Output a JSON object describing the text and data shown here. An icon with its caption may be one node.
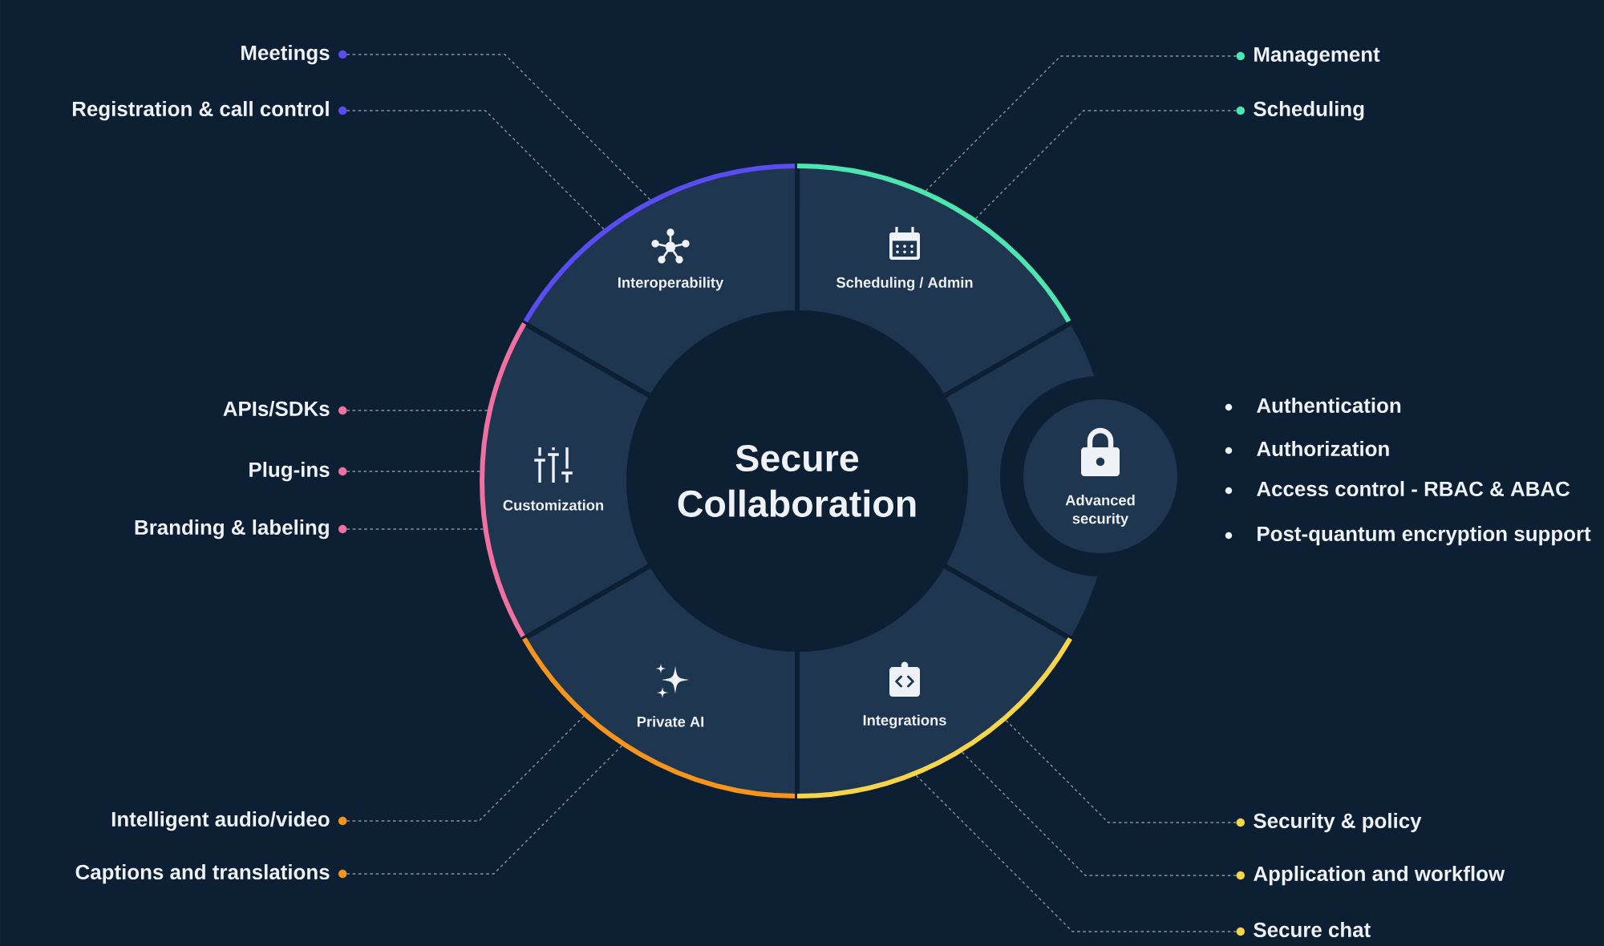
{
  "diagram": {
    "nodes": [
      {
        "text": [
          "Secure Collaboration"
        ]
      },
      {
        "text": [
          "Interoperability"
        ]
      },
      {
        "text": [
          "Scheduling / Admin"
        ]
      },
      {
        "text": [
          "Customization"
        ]
      },
      {
        "text": [],
        "shape": "sector"
      },
      {
        "text": [
          "Advanced security"
        ],
        "beside": [
          "Authentication",
          "Authorization",
          "Access control - RBAC & ABAC",
          "Post-quantum encryption support"
        ]
      },
      {
        "text": [
          "Private AI"
        ]
      },
      {
        "text": [
          "Integrations"
        ]
      },
      {
        "text": [
          "Meetings"
        ]
      },
      {
        "text": [
          "Registration & call control"
        ]
      },
      {
        "text": [
          "Management"
        ]
      },
      {
        "text": [
          "Scheduling"
        ]
      },
      {
        "text": [
          "APIs/SDKs"
        ]
      },
      {
        "text": [
          "Plug-ins"
        ]
      },
      {
        "text": [
          "Branding & labeling"
        ]
      },
      {
        "text": [
          "Intelligent audio/video"
        ]
      },
      {
        "text": [
          "Captions and translations"
        ]
      },
      {
        "text": [
          "Security & policy"
        ]
      },
      {
        "text": [
          "Application and workflow"
        ]
      },
      {
        "text": [
          "Secure chat"
        ]
      }
    ],
    "edges": [
      {
        "from": 1,
        "to": 8,
        "arrow": "none",
        "style": "dashed"
      },
      {
        "from": 1,
        "to": 9,
        "arrow": "none",
        "style": "dashed"
      },
      {
        "from": 2,
        "to": 10,
        "arrow": "none",
        "style": "dashed"
      },
      {
        "from": 2,
        "to": 11,
        "arrow": "none",
        "style": "dashed"
      },
      {
        "from": 3,
        "to": 12,
        "arrow": "none",
        "style": "dashed"
      },
      {
        "from": 3,
        "to": 13,
        "arrow": "none",
        "style": "dashed"
      },
      {
        "from": 3,
        "to": 14,
        "arrow": "none",
        "style": "dashed"
      },
      {
        "from": 6,
        "to": 15,
        "arrow": "none",
        "style": "dashed"
      },
      {
        "from": 6,
        "to": 16,
        "arrow": "none",
        "style": "dashed"
      },
      {
        "from": 7,
        "to": 17,
        "arrow": "none",
        "style": "dashed"
      },
      {
        "from": 7,
        "to": 18,
        "arrow": "none",
        "style": "dashed"
      },
      {
        "from": 7,
        "to": 19,
        "arrow": "none",
        "style": "dashed"
      }
    ]
  }
}
